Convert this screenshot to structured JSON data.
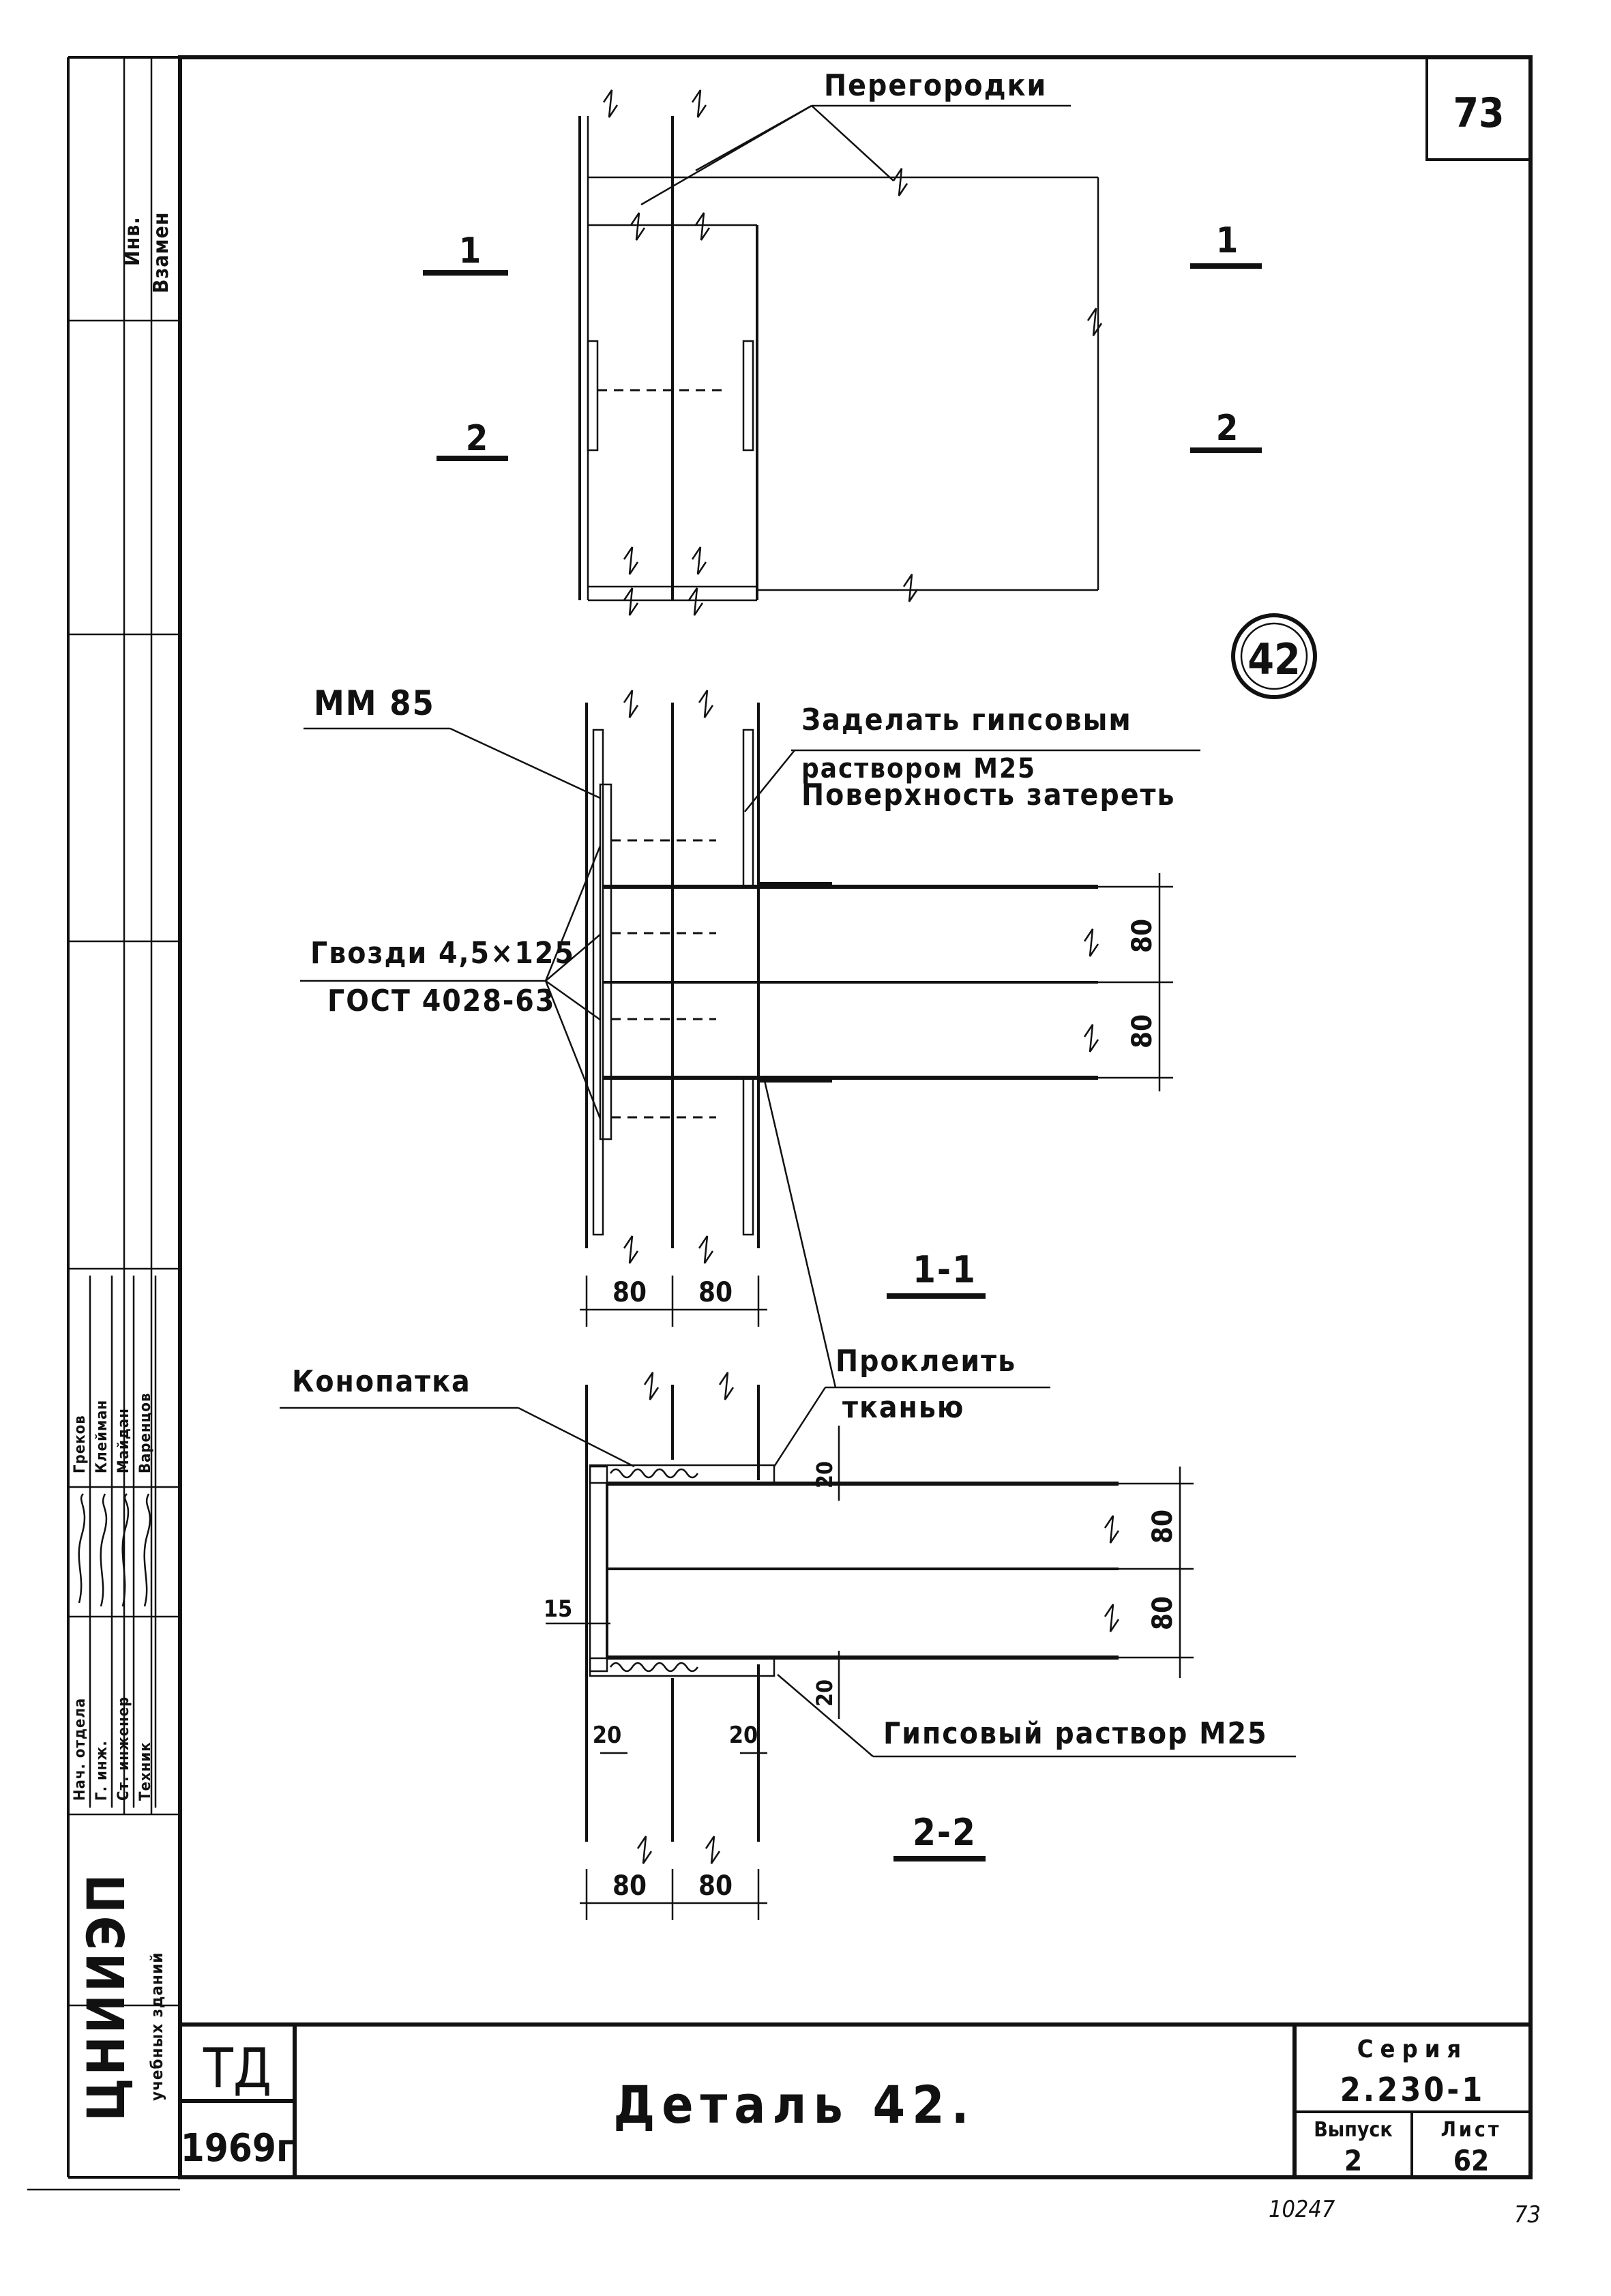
{
  "sheet": {
    "top_right_number": "73",
    "side_strip": {
      "inv": "Инв.",
      "vzamen": "Взамен",
      "stamp_rows": [
        "Нач. отдела",
        "Г. инж.",
        "Ст. инженер",
        "Техник"
      ],
      "stamp_names": [
        "Греков",
        "Клейман",
        "Майдан",
        "Варенцов"
      ],
      "org": "ЦНИИЭП",
      "org_sub": "учебных зданий"
    },
    "title_block": {
      "td": "ТД",
      "year": "1969г",
      "title": "Деталь 42.",
      "seriya_label": "Серия",
      "seriya": "2.230-1",
      "vypusk_label": "Выпуск",
      "vypusk": "2",
      "list_label": "Лист",
      "list": "62"
    },
    "bottom_left_code": "10247",
    "bottom_right_number": "73"
  },
  "plan": {
    "label_peregorodki": "Перегородки",
    "section_marks": [
      "1",
      "2",
      "1",
      "2"
    ],
    "detail_number": "42"
  },
  "section_1": {
    "title": "1-1",
    "label_mm85": "ММ 85",
    "label_zadelat_line1": "Заделать гипсовым",
    "label_zadelat_line2": "раствором М25",
    "label_zadelat_line3": "Поверхность затереть",
    "label_gvozdi_line1": "Гвозди 4,5×125",
    "label_gvozdi_line2": "ГОСТ 4028-63",
    "dims_vertical": [
      "80",
      "80"
    ],
    "dims_horizontal": [
      "80",
      "80"
    ]
  },
  "section_2": {
    "title": "2-2",
    "label_konopatka": "Конопатка",
    "label_prokleit_line1": "Проклеить",
    "label_prokleit_line2": "тканью",
    "label_gipsovyi": "Гипсовый раствор М25",
    "dim_left": "15",
    "dims_small": [
      "20",
      "20",
      "20",
      "20"
    ],
    "dims_vertical": [
      "80",
      "80"
    ],
    "dims_horizontal": [
      "80",
      "80"
    ]
  }
}
